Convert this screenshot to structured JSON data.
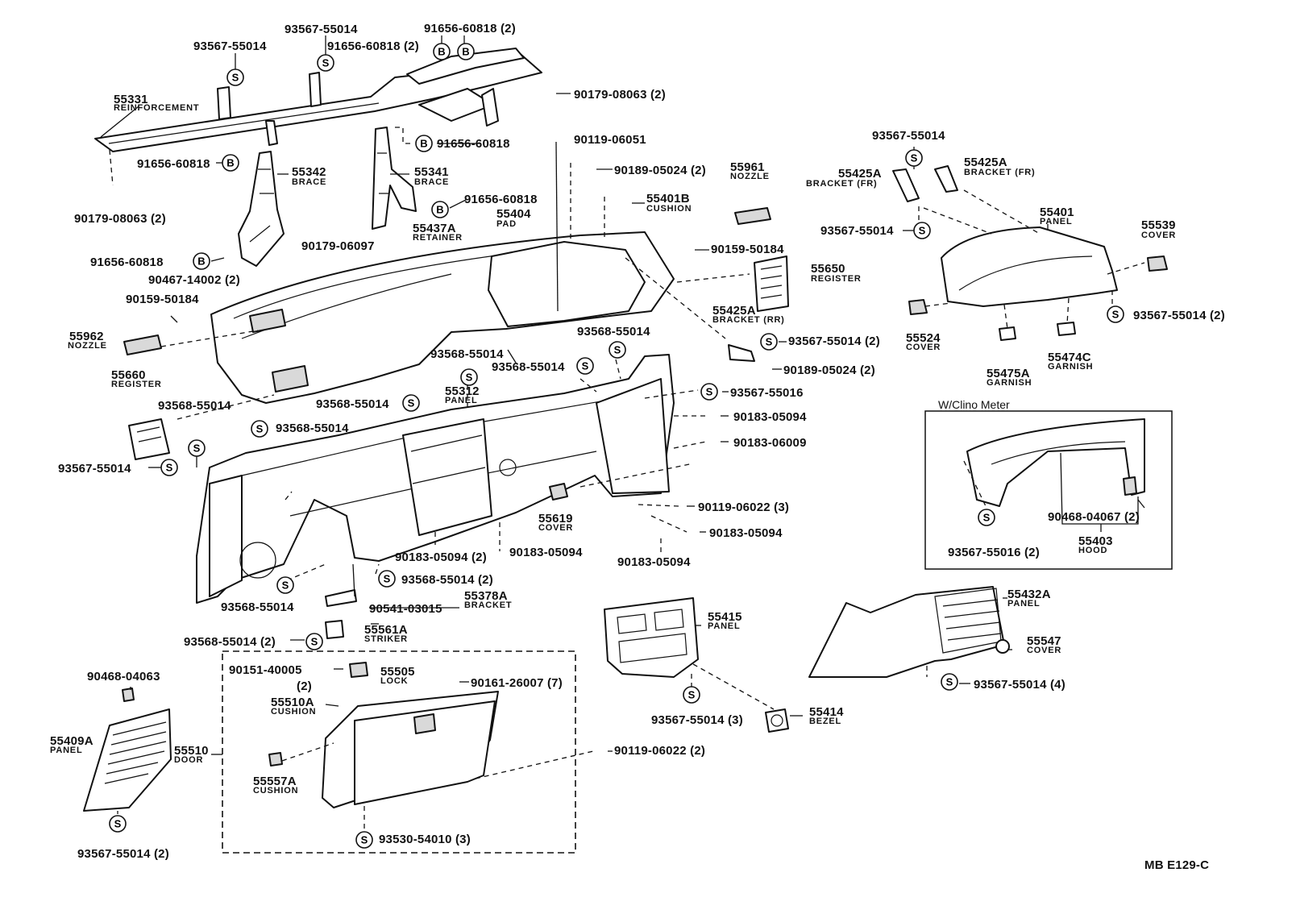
{
  "labels": {
    "p55331": "55331",
    "p55331_sub": "REINFORCEMENT",
    "p93567_a": "93567-55014",
    "p93567_b": "93567-55014",
    "p91656_a": "91656-60818 (2)",
    "p91656_b": "91656-60818 (2)",
    "p90179_a": "90179-08063 (2)",
    "p91656_c": "91656-60818",
    "p55342": "55342",
    "p55342_sub": "BRACE",
    "p55341": "55341",
    "p55341_sub": "BRACE",
    "p91656_d": "91656-60818",
    "p91656_e": "91656-60818",
    "p90179_b": "90179-08063 (2)",
    "p91656_f": "91656-60818",
    "p90119_a": "90119-06051",
    "p90189_a": "90189-05024 (2)",
    "p55401b": "55401B",
    "p55401b_sub": "CUSHION",
    "p55404": "55404",
    "p55404_sub": "PAD",
    "p55437a": "55437A",
    "p55437a_sub": "RETAINER",
    "p90179_c": "90179-06097",
    "p90467": "90467-14002 (2)",
    "p90159_a": "90159-50184",
    "p55962": "55962",
    "p55962_sub": "NOZZLE",
    "p55961": "55961",
    "p55961_sub": "NOZZLE",
    "p90159_b": "90159-50184",
    "p55650": "55650",
    "p55650_sub": "REGISTER",
    "p55425a_rr": "55425A",
    "p55425a_rr_sub": "BRACKET (RR)",
    "p93567_c": "93567-55014 (2)",
    "p90189_b": "90189-05024 (2)",
    "p93568_a": "93568-55014",
    "p93568_b": "93568-55014",
    "p93568_c": "93568-55014",
    "p55312": "55312",
    "p55312_sub": "PANEL",
    "p93568_d": "93568-55014",
    "p93567_d": "93567-55016",
    "p55660": "55660",
    "p55660_sub": "REGISTER",
    "p93568_e": "93568-55014",
    "p93568_f": "93568-55014",
    "p93567_e": "93567-55014",
    "p90183_a": "90183-05094",
    "p90183_b": "90183-06009",
    "p55619": "55619",
    "p55619_sub": "COVER",
    "p90119_b": "90119-06022 (3)",
    "p90183_c": "90183-05094",
    "p90183_d": "90183-05094 (2)",
    "p90183_e": "90183-05094",
    "p90183_f": "90183-05094",
    "p93568_g": "93568-55014 (2)",
    "p93568_h": "93568-55014",
    "p90541": "90541-03015",
    "p55378a": "55378A",
    "p55378a_sub": "BRACKET",
    "p93568_i": "93568-55014 (2)",
    "p55561a": "55561A",
    "p55561a_sub": "STRIKER",
    "p93567_f": "93567-55014",
    "p55425a_fr1": "55425A",
    "p55425a_fr1_sub": "BRACKET (FR)",
    "p55425a_fr2": "55425A",
    "p55425a_fr2_sub": "BRACKET (FR)",
    "p93567_g": "93567-55014",
    "p55401": "55401",
    "p55401_sub": "PANEL",
    "p55539": "55539",
    "p55539_sub": "COVER",
    "p93567_h": "93567-55014 (2)",
    "p55524": "55524",
    "p55524_sub": "COVER",
    "p55475a": "55475A",
    "p55475a_sub": "GARNISH",
    "p55474c": "55474C",
    "p55474c_sub": "GARNISH",
    "clino_title": "W/Clino Meter",
    "p90468_a": "90468-04067 (2)",
    "p93567_i": "93567-55016 (2)",
    "p55403": "55403",
    "p55403_sub": "HOOD",
    "p55432a": "55432A",
    "p55432a_sub": "PANEL",
    "p55547": "55547",
    "p55547_sub": "COVER",
    "p93567_j": "93567-55014 (4)",
    "p55415": "55415",
    "p55415_sub": "PANEL",
    "p93567_k": "93567-55014 (3)",
    "p55414": "55414",
    "p55414_sub": "BEZEL",
    "p90468_b": "90468-04063",
    "p55409a": "55409A",
    "p55409a_sub": "PANEL",
    "p93567_l": "93567-55014 (2)",
    "p90151": "90151-40005",
    "p90151_qty": "(2)",
    "p55505": "55505",
    "p55505_sub": "LOCK",
    "p90161": "90161-26007 (7)",
    "p55510a": "55510A",
    "p55510a_sub": "CUSHION",
    "p55510": "55510",
    "p55510_sub": "DOOR",
    "p55557a": "55557A",
    "p55557a_sub": "CUSHION",
    "p90119_c": "90119-06022 (2)",
    "p93530": "93530-54010 (3)",
    "ref_code": "MB E129-C"
  },
  "symbols": {
    "screw": "S",
    "bolt": "B"
  }
}
